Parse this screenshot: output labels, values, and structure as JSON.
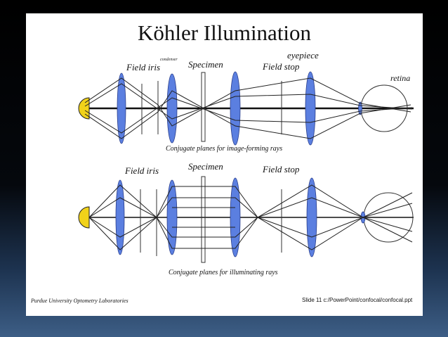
{
  "title": "Köhler Illumination",
  "labels": {
    "field_iris": "Field iris",
    "condenser": "condenser",
    "specimen": "Specimen",
    "field_stop": "Field stop",
    "eyepiece": "eyepiece",
    "retina": "retina",
    "image_forming_caption": "Conjugate planes for image-forming rays",
    "illuminating_caption": "Conjugate planes for illuminating rays"
  },
  "footer": {
    "left": "Purdue University Optometry Laboratories",
    "right": "Slide 11 c:/PowerPoint/confocal/confocal.ppt"
  },
  "colors": {
    "lens": "#5b7fe0",
    "lamp": "#f1d21a",
    "ray": "#222222",
    "background": "#ffffff"
  }
}
